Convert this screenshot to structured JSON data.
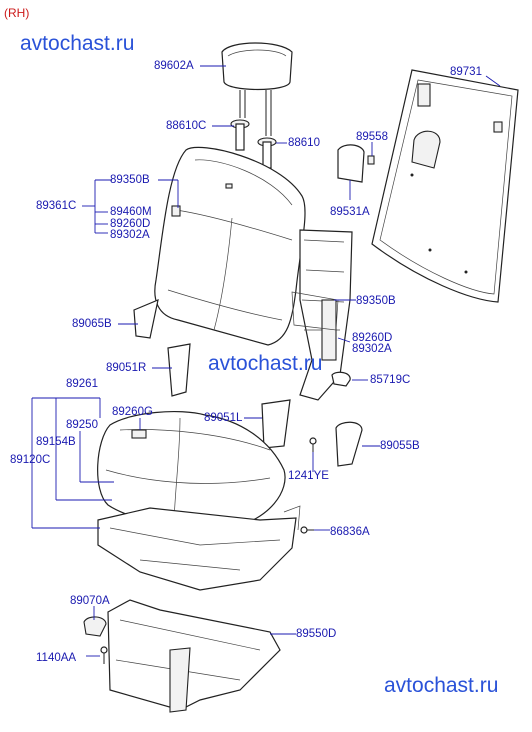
{
  "header": {
    "variant": "(RH)"
  },
  "watermarks": [
    "avtochast.ru",
    "avtochast.ru",
    "avtochast.ru"
  ],
  "parts": [
    "89602A",
    "89731",
    "88610C",
    "88610",
    "89558",
    "89350B",
    "89361C",
    "89460M",
    "89260D",
    "89302A",
    "89531A",
    "89350B",
    "89065B",
    "89260D",
    "89302A",
    "89051R",
    "85719C",
    "89261",
    "89260G",
    "89051L",
    "89250",
    "89154B",
    "89055B",
    "89120C",
    "1241YE",
    "86836A",
    "89070A",
    "89550D",
    "1140AA"
  ],
  "colors": {
    "label": "#1a1ab0",
    "variant": "#cc1a1a",
    "watermark": "#2a52d8"
  }
}
